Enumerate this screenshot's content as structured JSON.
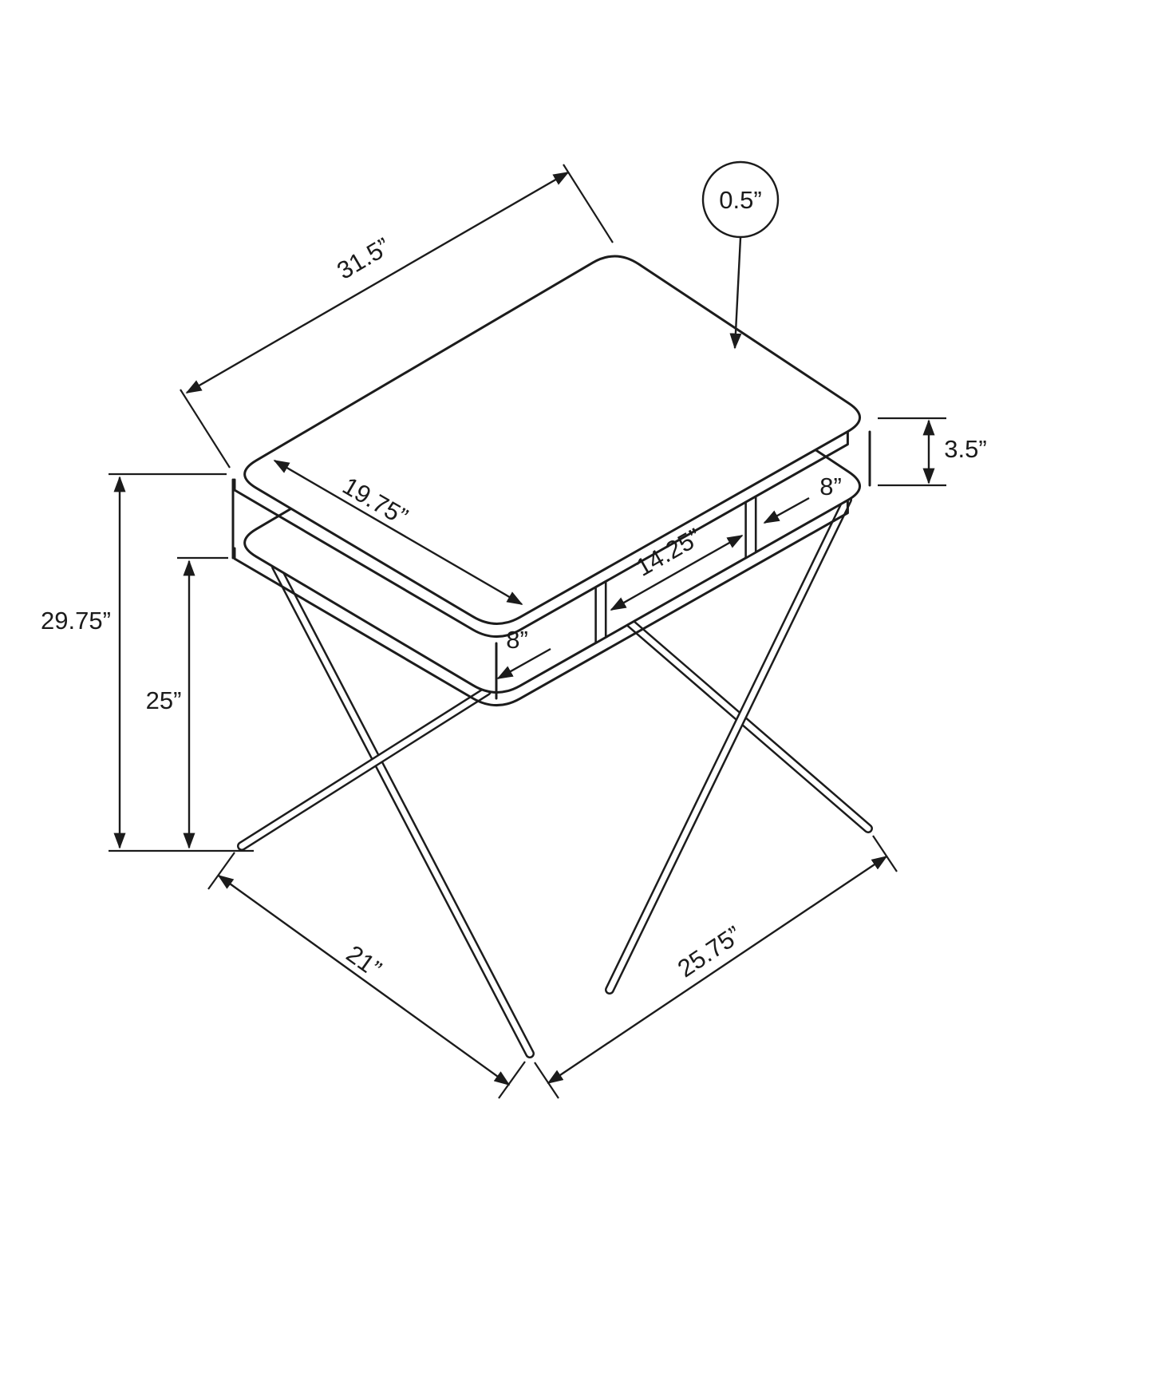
{
  "page": {
    "background": "#ffffff",
    "line_color": "#1c1c1c",
    "label_color": "#1b1b1b"
  },
  "diagram": {
    "labels": {
      "top_width": "31.5”",
      "top_thickness": "0.5”",
      "edge_height": "3.5”",
      "right_cubby": "8”",
      "top_depth": "19.75”",
      "center_cubby": "14.25”",
      "left_cubby": "8”",
      "overall_height": "29.75”",
      "clearance": "25”",
      "base_depth": "21”",
      "base_width": "25.75”"
    }
  }
}
